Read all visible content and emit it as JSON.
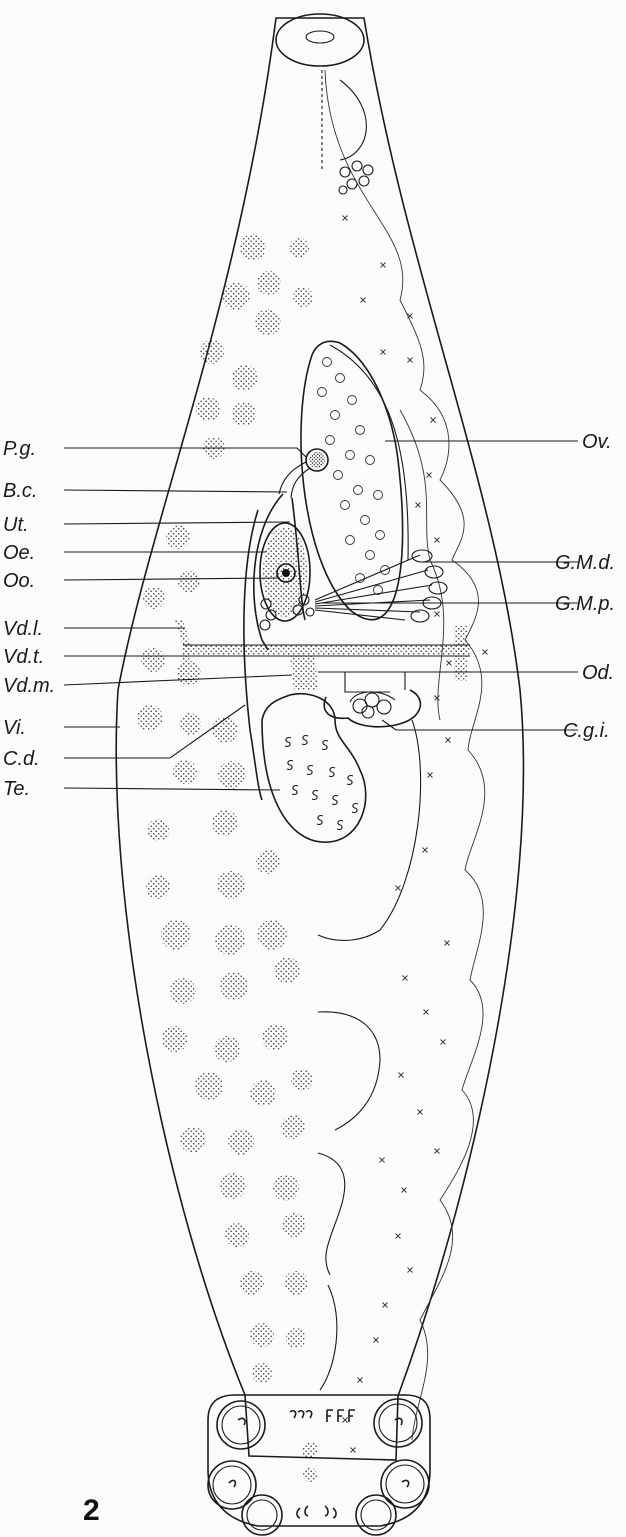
{
  "figure_number": "2",
  "labels_left": [
    {
      "id": "pg",
      "text": "P.g."
    },
    {
      "id": "bc",
      "text": "B.c."
    },
    {
      "id": "ut",
      "text": "Ut."
    },
    {
      "id": "oe",
      "text": "Oe."
    },
    {
      "id": "oo",
      "text": "Oo."
    },
    {
      "id": "vdl",
      "text": "Vd.l."
    },
    {
      "id": "vdt",
      "text": "Vd.t."
    },
    {
      "id": "vdm",
      "text": "Vd.m."
    },
    {
      "id": "vi",
      "text": "Vi."
    },
    {
      "id": "cd",
      "text": "C.d."
    },
    {
      "id": "te",
      "text": "Te."
    }
  ],
  "labels_right": [
    {
      "id": "ov",
      "text": "Ov."
    },
    {
      "id": "gmd",
      "text": "G.M.d."
    },
    {
      "id": "gmp",
      "text": "G.M.p."
    },
    {
      "id": "od",
      "text": "Od."
    },
    {
      "id": "cgi",
      "text": "C.g.i."
    }
  ]
}
